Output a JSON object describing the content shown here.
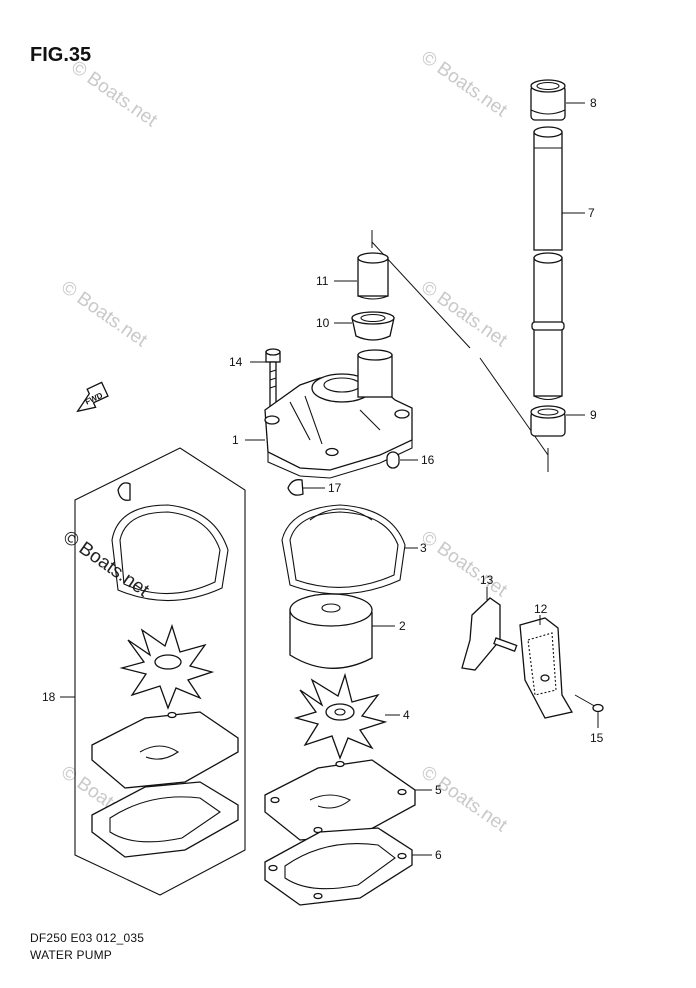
{
  "figure": {
    "title": "FIG.35",
    "drawing_code": "DF250 E03 012_035",
    "assembly_name": "WATER PUMP",
    "direction_arrow_label": "FWD"
  },
  "watermark": {
    "text": "© Boats.net"
  },
  "callouts": [
    {
      "number": "1"
    },
    {
      "number": "2"
    },
    {
      "number": "3"
    },
    {
      "number": "4"
    },
    {
      "number": "5"
    },
    {
      "number": "6"
    },
    {
      "number": "7"
    },
    {
      "number": "8"
    },
    {
      "number": "9"
    },
    {
      "number": "10"
    },
    {
      "number": "11"
    },
    {
      "number": "12"
    },
    {
      "number": "13"
    },
    {
      "number": "14"
    },
    {
      "number": "15"
    },
    {
      "number": "16"
    },
    {
      "number": "17"
    },
    {
      "number": "18"
    }
  ],
  "colors": {
    "line": "#111111",
    "watermark": "#c9c9c9",
    "background": "#ffffff"
  }
}
